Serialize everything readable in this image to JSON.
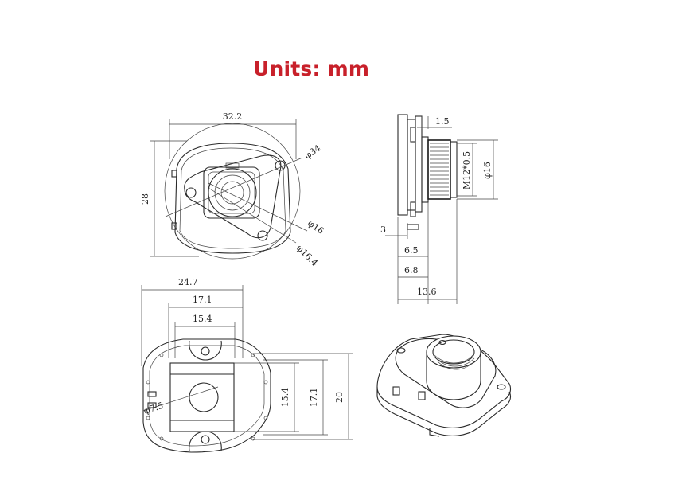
{
  "title": "Units: mm",
  "colors": {
    "title": "#c8202a",
    "line": "#2a2a2a"
  },
  "top_view": {
    "width": "32.2",
    "height": "28",
    "d_outer": "φ34",
    "d_hole": "φ16",
    "d_bore": "φ16.4"
  },
  "side_view": {
    "flange": "1.5",
    "thread": "M12*0.5",
    "d_outer": "φ16",
    "base": "3",
    "d1": "6.5",
    "d2": "6.8",
    "total": "13.6"
  },
  "bottom_view": {
    "w_total": "24.7",
    "w_mid": "17.1",
    "w_inner": "15.4",
    "d_hole": "φ7.5",
    "h_inner": "15.4",
    "h_mid": "17.1",
    "h_total": "20"
  },
  "iso_view": {
    "label": ""
  }
}
